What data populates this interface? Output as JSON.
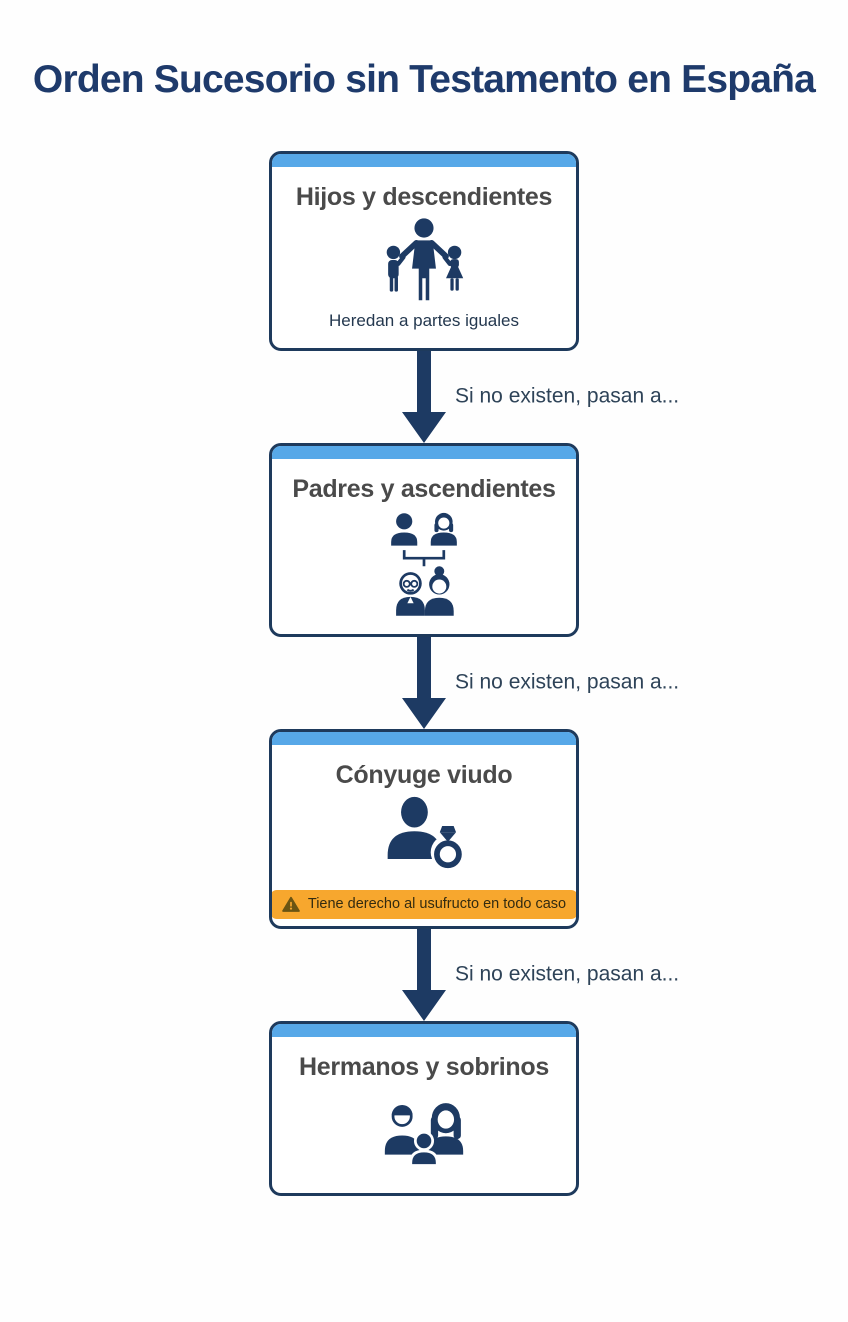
{
  "title": "Orden Sucesorio sin Testamento en España",
  "steps": [
    {
      "title": "Hijos y descendientes",
      "icon": "family-with-children-icon",
      "note": "Heredan a partes iguales"
    },
    {
      "title": "Padres y ascendientes",
      "icon": "parents-and-grandparents-icon"
    },
    {
      "title": "Cónyuge viudo",
      "icon": "widowed-spouse-ring-icon",
      "warning": {
        "icon": "warning-triangle-icon",
        "text": "Tiene derecho al usufructo en todo caso"
      }
    },
    {
      "title": "Hermanos y sobrinos",
      "icon": "siblings-and-nephews-icon"
    }
  ],
  "connectors": [
    {
      "label": "Si no existen, pasan a..."
    },
    {
      "label": "Si no existen, pasan a..."
    },
    {
      "label": "Si no existen, pasan a..."
    }
  ],
  "colors": {
    "accent_navy": "#1d3a63",
    "header_bar_blue": "#57a8e8",
    "box_border": "#1e3a5c",
    "heading_gray": "#4a4a4a",
    "note_navy": "#24384f",
    "connector_label": "#2e4358",
    "warning_background": "#f7a72e",
    "warning_glyph": "#6b5413",
    "warning_text": "#332b10",
    "title_navy": "#1e3a6b"
  }
}
